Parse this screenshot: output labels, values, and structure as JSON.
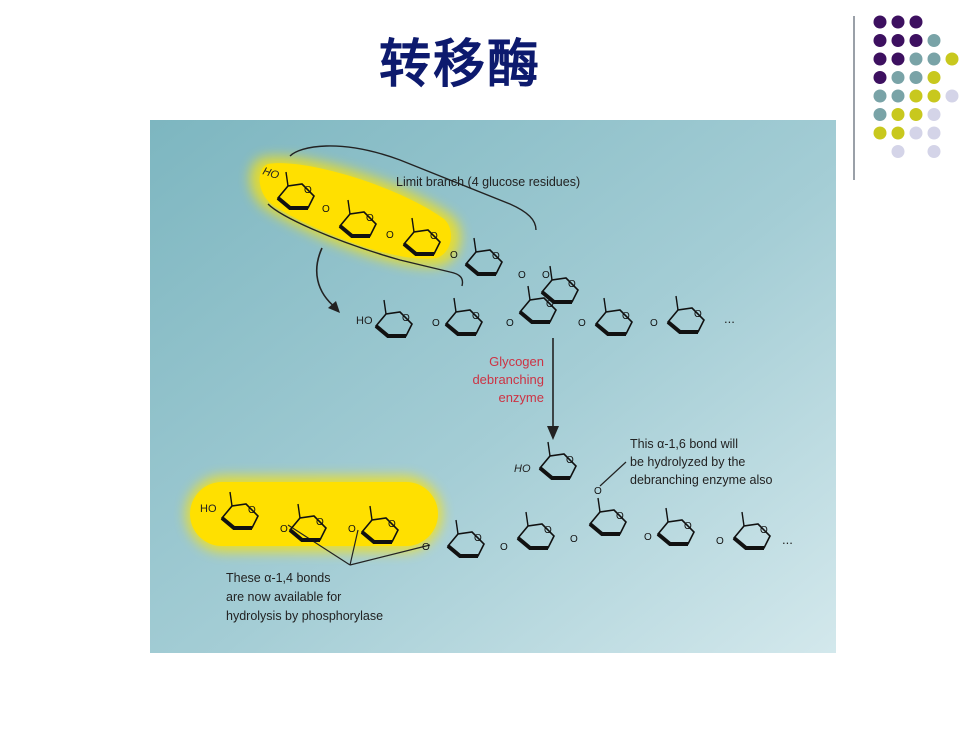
{
  "slide": {
    "title": "转移酶"
  },
  "theme": {
    "accent_purple": "#3d1060",
    "accent_teal": "#79a3a7",
    "accent_yellow": "#c8c81e",
    "accent_lavender": "#d4d4e8",
    "title_color": "#0d1a6e",
    "highlight_yellow": "#ffe000",
    "enzyme_label_color": "#cc3344"
  },
  "figure": {
    "limit_branch_label": "Limit branch (4 glucose residues)",
    "enzyme_label": [
      "Glycogen",
      "debranching",
      "enzyme"
    ],
    "bond_note": [
      "This α-1,6 bond will",
      "be hydrolyzed by the",
      "debranching enzyme also"
    ],
    "bonds_note": [
      "These α-1,4 bonds",
      "are now available for",
      "hydrolysis by phosphorylase"
    ],
    "ho_label": "HO",
    "ring_o": "O",
    "link_o": "O",
    "chain_end": "..."
  }
}
